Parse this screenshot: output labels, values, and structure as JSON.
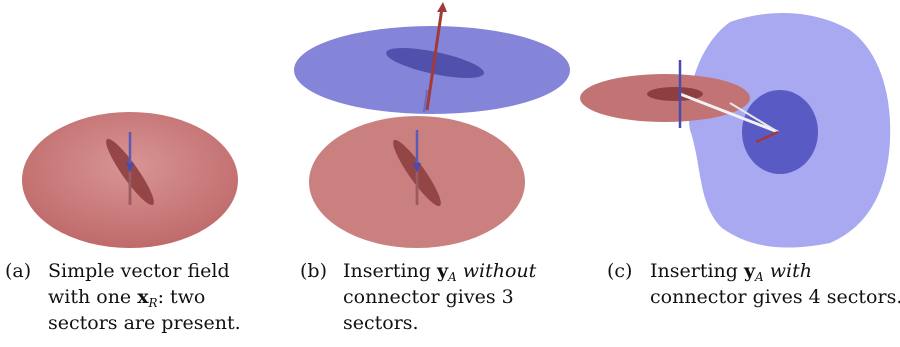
{
  "figure": {
    "panels": [
      {
        "tag": "(a)",
        "caption_lines": [
          {
            "pre": "Simple vector field",
            "math_bold": "",
            "math_sub": "",
            "emph": "",
            "post": ""
          },
          {
            "pre": "with one ",
            "math_bold": "x",
            "math_sub": "R",
            "emph": "",
            "post": ": two"
          },
          {
            "pre": "sectors are present.",
            "math_bold": "",
            "math_sub": "",
            "emph": "",
            "post": ""
          }
        ]
      },
      {
        "tag": "(b)",
        "caption_lines": [
          {
            "pre": "Inserting ",
            "math_bold": "y",
            "math_sub": "A",
            "emph": "without",
            "post": ""
          },
          {
            "pre": "connector gives 3",
            "math_bold": "",
            "math_sub": "",
            "emph": "",
            "post": ""
          },
          {
            "pre": "sectors.",
            "math_bold": "",
            "math_sub": "",
            "emph": "",
            "post": ""
          }
        ]
      },
      {
        "tag": "(c)",
        "caption_lines": [
          {
            "pre": "Inserting ",
            "math_bold": "y",
            "math_sub": "A",
            "emph": "with",
            "post": ""
          },
          {
            "pre": "connector gives 4 sectors.",
            "math_bold": "",
            "math_sub": "",
            "emph": "",
            "post": ""
          }
        ]
      }
    ]
  },
  "colors": {
    "red_sector": "#c87878",
    "red_sector_dark": "#9a4646",
    "blue_sector": "#6f6fd0",
    "blue_sector_dark": "#40409a",
    "blue_blob": "#a8a8f2",
    "arrow_red": "#a33a3a",
    "arrow_blue": "#4a4ab0"
  }
}
